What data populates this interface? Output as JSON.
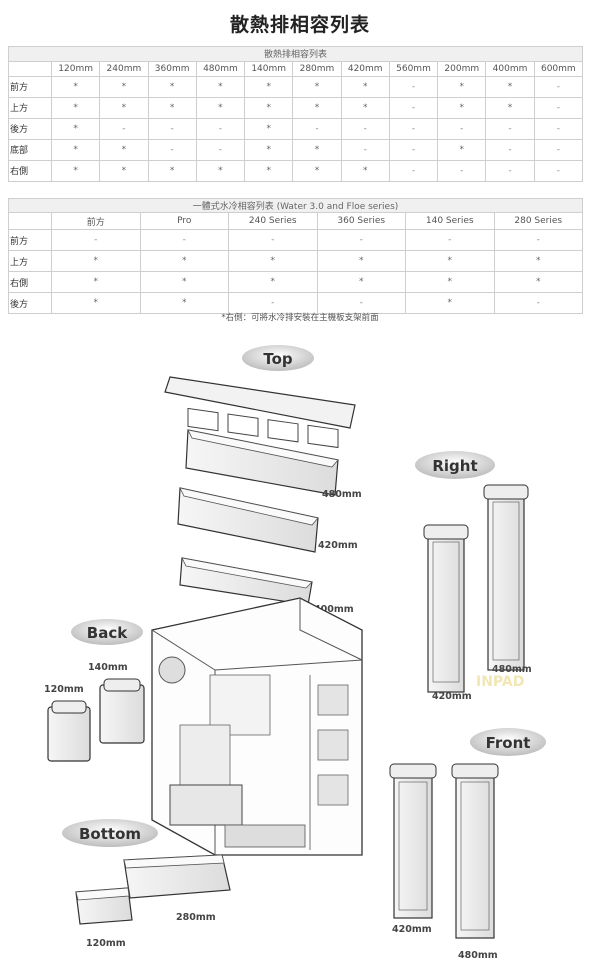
{
  "title": "散熱排相容列表",
  "table1": {
    "caption": "散熱排相容列表",
    "columns": [
      "120mm",
      "240mm",
      "360mm",
      "480mm",
      "140mm",
      "280mm",
      "420mm",
      "560mm",
      "200mm",
      "400mm",
      "600mm"
    ],
    "rows": [
      {
        "label": "前方",
        "cells": [
          "*",
          "*",
          "*",
          "*",
          "*",
          "*",
          "*",
          "-",
          "*",
          "*",
          "-"
        ]
      },
      {
        "label": "上方",
        "cells": [
          "*",
          "*",
          "*",
          "*",
          "*",
          "*",
          "*",
          "-",
          "*",
          "*",
          "-"
        ]
      },
      {
        "label": "後方",
        "cells": [
          "*",
          "-",
          "-",
          "-",
          "*",
          "-",
          "-",
          "-",
          "-",
          "-",
          "-"
        ]
      },
      {
        "label": "底部",
        "cells": [
          "*",
          "*",
          "-",
          "-",
          "*",
          "*",
          "-",
          "-",
          "*",
          "-",
          "-"
        ]
      },
      {
        "label": "右側",
        "cells": [
          "*",
          "*",
          "*",
          "*",
          "*",
          "*",
          "*",
          "-",
          "-",
          "-",
          "-"
        ]
      }
    ]
  },
  "table2": {
    "caption": "一體式水冷相容列表 (Water 3.0 and Floe series)",
    "columns": [
      "前方",
      "Pro",
      "240 Series",
      "360 Series",
      "140 Series",
      "280 Series"
    ],
    "rows": [
      {
        "label": "前方",
        "cells": [
          "-",
          "-",
          "-",
          "-",
          "-",
          "-"
        ]
      },
      {
        "label": "上方",
        "cells": [
          "*",
          "*",
          "*",
          "*",
          "*",
          "*"
        ]
      },
      {
        "label": "右側",
        "cells": [
          "*",
          "*",
          "*",
          "*",
          "*",
          "*"
        ]
      },
      {
        "label": "後方",
        "cells": [
          "*",
          "*",
          "-",
          "-",
          "*",
          "-"
        ]
      }
    ]
  },
  "note": "*右側：可將水冷排安裝在主機板支架前面",
  "diagram": {
    "labels": {
      "top": "Top",
      "right": "Right",
      "back": "Back",
      "front": "Front",
      "bottom": "Bottom"
    },
    "dims": {
      "top_480": "480mm",
      "top_420": "420mm",
      "top_400": "400mm",
      "back_140": "140mm",
      "back_120": "120mm",
      "right_480": "480mm",
      "right_420": "420mm",
      "front_420": "420mm",
      "front_480": "480mm",
      "bottom_280": "280mm",
      "bottom_120": "120mm"
    },
    "watermark": "INPAD"
  }
}
